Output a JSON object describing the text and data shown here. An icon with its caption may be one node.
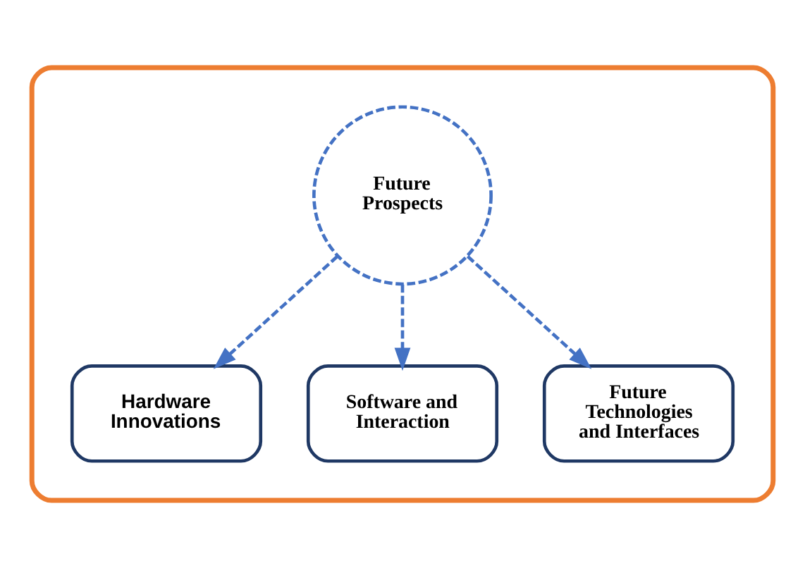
{
  "diagram": {
    "nodes": [
      {
        "text": [],
        "shape": "box"
      },
      {
        "text": [
          "Future Prospects"
        ],
        "in": 0
      },
      {
        "text": [
          "Hardware Innovations"
        ],
        "in": 0
      },
      {
        "text": [
          "Software and Interaction"
        ],
        "in": 0
      },
      {
        "text": [
          "Future Technologies and Interfaces"
        ],
        "in": 0
      }
    ],
    "edges": [
      {
        "from": 1,
        "to": 2,
        "arrow": "to",
        "style": "dashed"
      },
      {
        "from": 1,
        "to": 3,
        "arrow": "to",
        "style": "dashed"
      },
      {
        "from": 1,
        "to": 4,
        "arrow": "to",
        "style": "dashed"
      }
    ]
  }
}
